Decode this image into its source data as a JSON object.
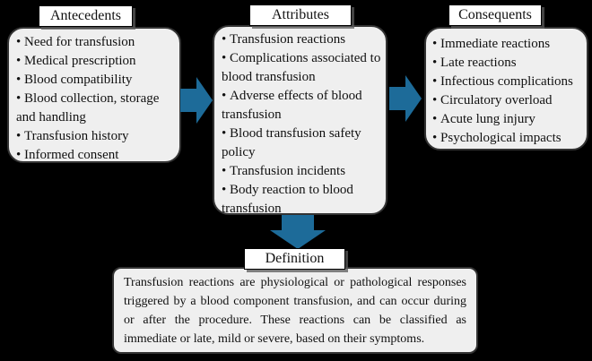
{
  "diagram": {
    "columns": [
      {
        "title": "Antecedents",
        "items": [
          "Need for transfusion",
          "Medical prescription",
          "Blood compatibility",
          "Blood collection, storage and handling",
          "Transfusion history",
          "Informed consent"
        ]
      },
      {
        "title": "Attributes",
        "items": [
          "Transfusion reactions",
          "Complications associated to blood transfusion",
          "Adverse effects of blood transfusion",
          "Blood transfusion safety policy",
          "Transfusion incidents",
          "Body reaction to blood transfusion"
        ]
      },
      {
        "title": "Consequents",
        "items": [
          "Immediate reactions",
          "Late reactions",
          "Infectious complications",
          "Circulatory overload",
          "Acute lung injury",
          "Psychological impacts"
        ]
      }
    ],
    "definition": {
      "title": "Definition",
      "text": "Transfusion reactions are physiological or pathological responses triggered by a blood component transfusion, and can occur during or after the procedure. These reactions can be classified as immediate or late, mild or severe, based on their symptoms."
    },
    "colors": {
      "arrow": "#1d6b99",
      "arrow_edge": "#0e3a55",
      "box_fill": "#efefef",
      "box_border": "#333333",
      "background": "#000000"
    }
  }
}
